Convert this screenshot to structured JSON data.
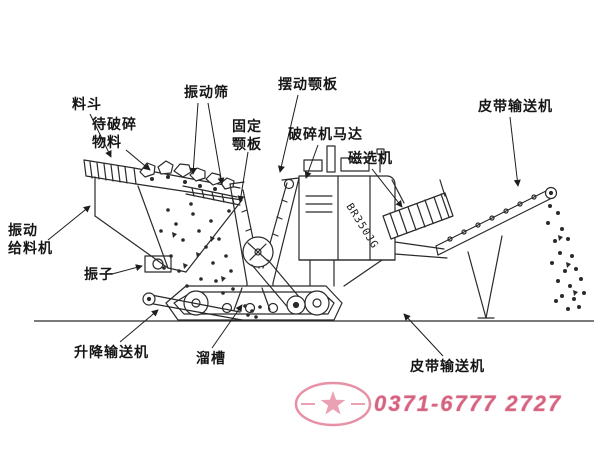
{
  "labels": {
    "hopper": "料斗",
    "material_to_crush": "待破碎\n物料",
    "vibrating_screen": "振动筛",
    "fixed_jaw_plate": "固定\n颚板",
    "swing_jaw_plate": "摆动颚板",
    "crusher_motor": "破碎机马达",
    "magnetic_separator": "磁选机",
    "belt_conveyor_top": "皮带输送机",
    "vibrating_feeder": "振动\n给料机",
    "vibrator": "振子",
    "lifting_conveyor": "升降输送机",
    "chute": "溜槽",
    "belt_conveyor_bottom": "皮带输送机"
  },
  "machine": {
    "model": "BR350JG"
  },
  "watermark": {
    "phone": "0371-6777 2727"
  }
}
